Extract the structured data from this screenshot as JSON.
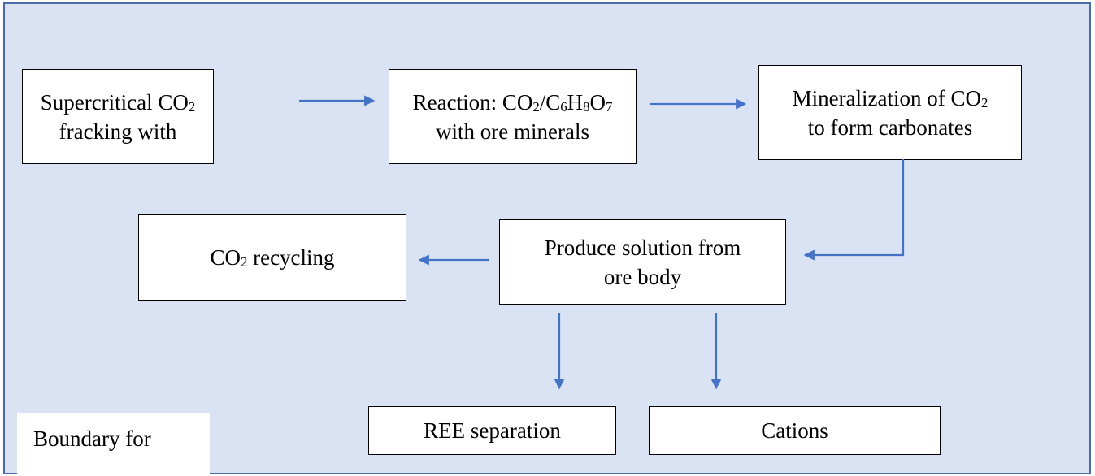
{
  "diagram": {
    "nodes": {
      "fracking": {
        "line1_text": "Supercritical CO",
        "line1_sub": "2",
        "line2": "fracking with"
      },
      "reaction": {
        "line1_a": "Reaction: CO",
        "line1_b": "2",
        "line1_c": "/C",
        "line1_d": "6",
        "line1_e": "H",
        "line1_f": "8",
        "line1_g": "O",
        "line1_h": "7",
        "line2": "with ore minerals"
      },
      "mineralization": {
        "line1_text": "Mineralization of CO",
        "line1_sub": "2",
        "line2": "to form carbonates"
      },
      "produce": {
        "line1": "Produce solution from",
        "line2": "ore body"
      },
      "recycling": {
        "text_a": "CO",
        "text_sub": "2",
        "text_b": " recycling"
      },
      "ree": {
        "text": "REE separation"
      },
      "cations": {
        "text": "Cations"
      }
    },
    "boundary_label": "Boundary for",
    "edges": [
      {
        "from": "fracking",
        "to": "reaction"
      },
      {
        "from": "reaction",
        "to": "mineralization"
      },
      {
        "from": "mineralization",
        "to": "produce"
      },
      {
        "from": "produce",
        "to": "recycling"
      },
      {
        "from": "produce",
        "to": "ree"
      },
      {
        "from": "produce",
        "to": "cations"
      }
    ],
    "colors": {
      "background": "#dae3f3",
      "frame_border": "#4a6aa8",
      "arrow": "#4472c4",
      "box_border": "#000000"
    }
  }
}
